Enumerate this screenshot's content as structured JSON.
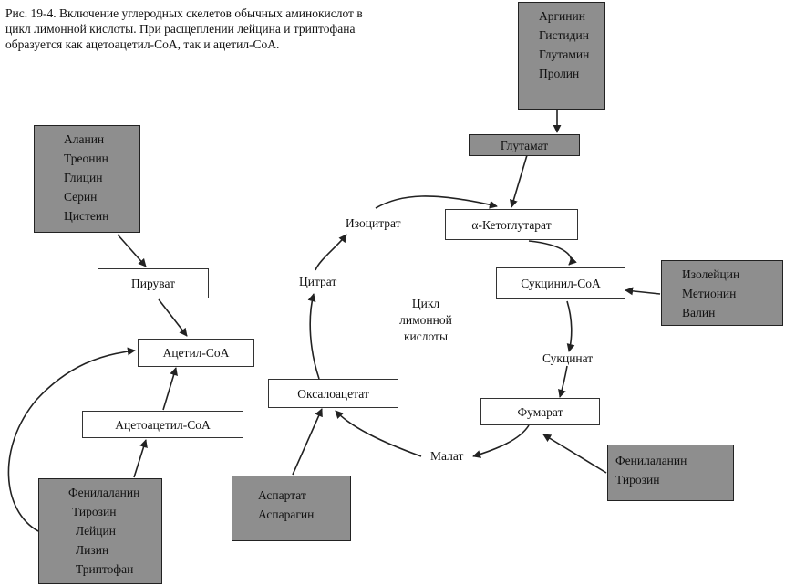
{
  "caption": "Рис. 19-4. Включение углеродных скелетов обычных аминокислот в цикл лимонной кислоты. При расщеплении лейцина и триптофана образуется как ацетоацетил-СоА, так и ацетил-СоА.",
  "groups": {
    "arg_group": [
      "Аргинин",
      "Гистидин",
      "Глутамин",
      "Пролин"
    ],
    "ala_group": [
      "Аланин",
      "Треонин",
      "Глицин",
      "Серин",
      "Цистеин"
    ],
    "ile_group": [
      "Изолейцин",
      "Метионин",
      "Валин"
    ],
    "phe_tyr_group": [
      "Фенилаланин",
      "Тирозин"
    ],
    "asp_group": [
      "Аспартат",
      "Аспарагин"
    ],
    "ketogenic_group": [
      "Фенилаланин",
      "Тирозин",
      "Лейцин",
      "Лизин",
      "Триптофан"
    ]
  },
  "nodes": {
    "glutamate": "Глутамат",
    "alpha_kg": "α-Кетоглутарат",
    "succinyl_coa": "Сукцинил-СоА",
    "fumarate": "Фумарат",
    "oxaloacetate": "Оксалоацетат",
    "pyruvate": "Пируват",
    "acetyl_coa": "Ацетил-СоА",
    "acetoacetyl_coa": "Ацетоацетил-СоА"
  },
  "labels": {
    "isocitrate": "Изоцитрат",
    "citrate": "Цитрат",
    "succinate": "Сукцинат",
    "malate": "Малат",
    "cycle_name": "Цикл лимонной кислоты"
  }
}
